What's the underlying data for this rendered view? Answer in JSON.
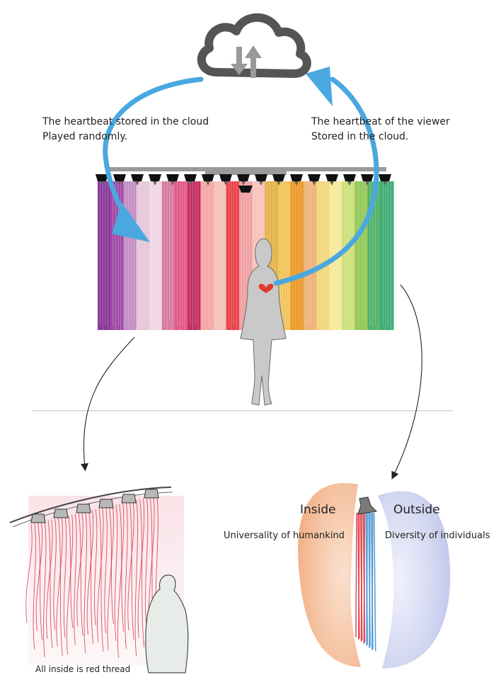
{
  "labels": {
    "cloud_left_line1": "The heartbeat stored in the cloud",
    "cloud_left_line2": "Played randomly.",
    "cloud_right_line1": "The heartbeat of the viewer",
    "cloud_right_line2": "Stored in the cloud.",
    "sketch_caption": "All inside is red thread",
    "inside_title": "Inside",
    "inside_subtitle": "Universality of humankind",
    "outside_title": "Outside",
    "outside_subtitle": "Diversity of individuals"
  },
  "icons": {
    "cloud": "cloud-sync-icon",
    "heart": "heart-icon"
  },
  "colors": {
    "arrow_blue": "#4aa8e0",
    "cloud_gray": "#555555",
    "heart_red": "#e23a2a",
    "inside_tint": "#f0a878",
    "outside_tint": "#b8bfe8"
  },
  "thread_palette": [
    "#8a3a9a",
    "#a04aa8",
    "#c38ec6",
    "#e6c6da",
    "#f1d7e4",
    "#d77aa3",
    "#e25a86",
    "#c22f63",
    "#f3a7a3",
    "#f6c1bb",
    "#e9434b",
    "#f0a0a2",
    "#f6c3bb",
    "#e6b24a",
    "#f0c45a",
    "#ec9a2a",
    "#efb27a",
    "#f2d67a",
    "#f4ea9a",
    "#cde07a",
    "#93c85a",
    "#52b26a",
    "#3fae77"
  ]
}
